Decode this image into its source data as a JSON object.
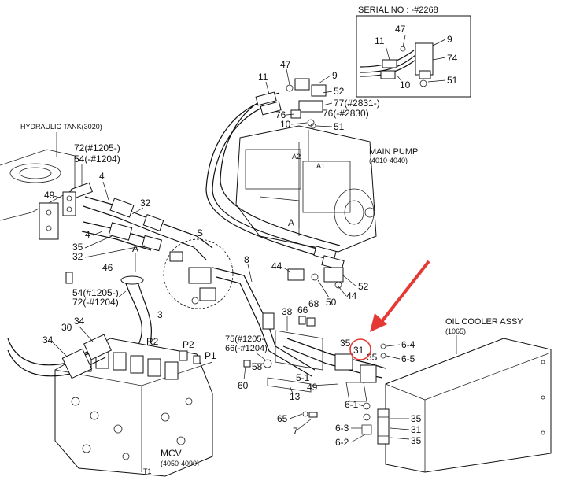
{
  "title_box": {
    "serial": "SERIAL NO : -#2268"
  },
  "assemblies": {
    "hydraulic_tank": "HYDRAULIC TANK(3020)",
    "main_pump": "MAIN PUMP",
    "main_pump_code": "(4010-4040)",
    "oil_cooler": "OIL COOLER ASSY",
    "oil_cooler_code": "(1065)",
    "mcv": "MCV",
    "mcv_code": "(4050-4090)"
  },
  "inset_labels": {
    "p11": "11",
    "p47": "47",
    "p9": "9",
    "p74": "74",
    "p10": "10",
    "p51": "51"
  },
  "labels": {
    "p11": "11",
    "p47": "47",
    "p9": "9",
    "p52a": "52",
    "p77": "77(#2831-)",
    "p76a": "76",
    "p76b": "76(-#2830)",
    "p10": "10",
    "p51": "51",
    "p72a": "72(#1205-)",
    "p54a": "54(-#1204)",
    "p4a": "4",
    "p49a": "49",
    "p32a": "32",
    "p4b": "4",
    "p35a": "35",
    "p32b": "32",
    "pA1": "A",
    "pA2": "A",
    "pA1pump": "A1",
    "pA2pump": "A2",
    "pS": "S",
    "p46": "46",
    "p54b": "54(#1205-)",
    "p72b": "72(-#1204)",
    "p3": "3",
    "p8": "8",
    "p44a": "44",
    "p44b": "44",
    "p50": "50",
    "p52b": "52",
    "p66": "66",
    "p68": "68",
    "p38": "38",
    "p34a": "34",
    "p34b": "34",
    "p30": "30",
    "pR2": "R2",
    "pP2": "P2",
    "pP1": "P1",
    "pT1": "T1",
    "p75": "75(#1205-",
    "p66b": "66(-#1204)",
    "p58": "58",
    "p60": "60",
    "p5_1": "5-1",
    "p13": "13",
    "p49b": "49",
    "p65": "65",
    "p7": "7",
    "p35b": "35",
    "p31": "31",
    "p35c": "35",
    "p6_4": "6-4",
    "p6_5": "6-5",
    "p6_1": "6-1",
    "p6_3": "6-3",
    "p6_2": "6-2",
    "p35d": "35",
    "p31b": "31",
    "p35e": "35"
  },
  "highlight": {
    "color": "#e53935",
    "callout": "31"
  }
}
